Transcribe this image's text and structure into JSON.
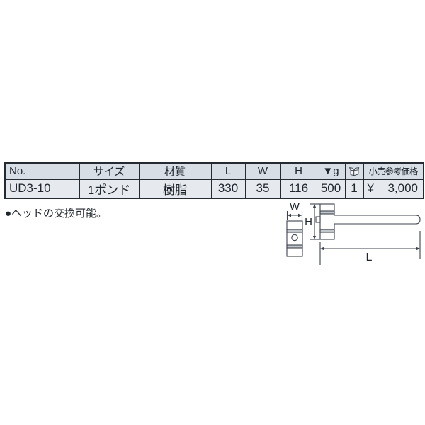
{
  "colors": {
    "table_border": "#252b33",
    "header_bg": "#d7dee5",
    "row_bg": "#e6eaee",
    "text": "#20262e",
    "diagram_stroke": "#3c434c",
    "diagram_band": "#c2c7cc",
    "page_bg": "#ffffff"
  },
  "table": {
    "headers": {
      "no": "No.",
      "size": "サイズ",
      "material": "材質",
      "length": "L",
      "width": "W",
      "height": "H",
      "weight": "▼g",
      "pack_icon": "carton-icon",
      "price": "小売参考価格"
    },
    "row": {
      "no": "UD3-10",
      "size": "1ポンド",
      "material": "樹脂",
      "length": "330",
      "width": "35",
      "height": "116",
      "weight": "500",
      "pack_qty": "1",
      "price_currency": "¥",
      "price_amount": "3,000"
    }
  },
  "note": "●ヘッドの交換可能。",
  "diagram": {
    "label_w": "W",
    "label_h": "H",
    "label_l": "L"
  }
}
